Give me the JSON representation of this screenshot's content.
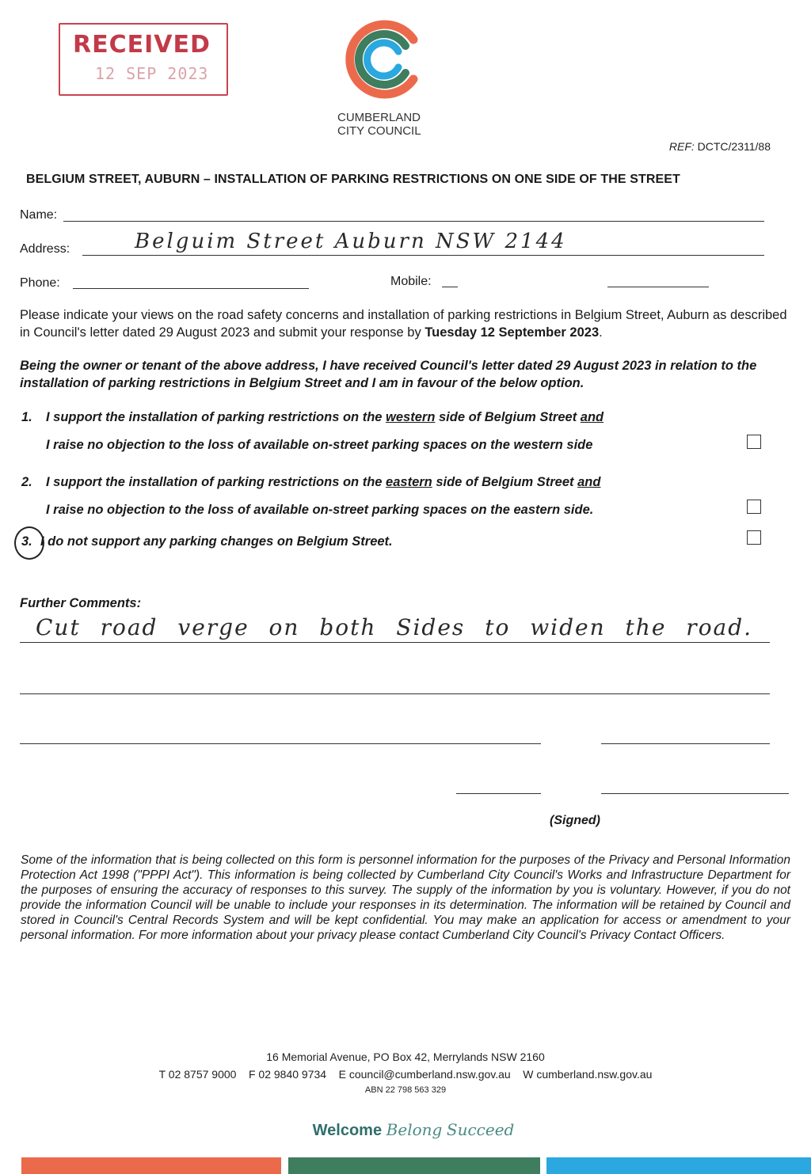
{
  "stamp": {
    "title": "RECEIVED",
    "date": "12 SEP 2023"
  },
  "header": {
    "council_line1": "CUMBERLAND",
    "council_line2": "CITY COUNCIL",
    "ref_label": "REF:",
    "ref_value": "DCTC/2311/88",
    "title": "BELGIUM STREET, AUBURN – INSTALLATION OF PARKING RESTRICTIONS ON ONE SIDE OF THE STREET"
  },
  "colors": {
    "logo_orange": "#ec6a4c",
    "logo_green": "#3f7d5f",
    "logo_blue": "#2aa8df",
    "stamp_red": "#c23a48"
  },
  "form": {
    "name_label": "Name:",
    "address_label": "Address:",
    "address_value": "Belguim Street Auburn NSW 2144",
    "phone_label": "Phone:",
    "mobile_label": "Mobile:"
  },
  "intro": {
    "text": "Please indicate your views on the road safety concerns and installation of parking restrictions in Belgium Street, Auburn as described in Council's letter dated 29 August 2023 and submit your response by ",
    "deadline": "Tuesday 12 September 2023",
    "end": "."
  },
  "declaration": "Being the owner or tenant of the above address, I have received Council's letter dated 29 August 2023 in relation to the installation of parking restrictions in Belgium Street and I am in favour of the below option.",
  "options": [
    {
      "number": "1.",
      "line1_pre": "I support the installation of parking restrictions on the ",
      "side": "western",
      "line1_post": " side of Belgium Street ",
      "and": "and",
      "line2": "I raise no objection to the loss of available on-street parking spaces on the western side"
    },
    {
      "number": "2.",
      "line1_pre": "I support the installation of parking restrictions on the ",
      "side": "eastern",
      "line1_post": " side of Belgium Street ",
      "and": "and",
      "line2": "I raise no objection to the loss of available on-street parking spaces on the eastern side."
    },
    {
      "number": "3.",
      "text": "I do not support any parking changes on Belgium Street.",
      "circled": true
    }
  ],
  "comments": {
    "label": "Further Comments:",
    "value": "Cut road verge on both Sides to widen the road."
  },
  "signed_label": "(Signed)",
  "privacy": "Some of the information that is being collected on this form is personnel information for the purposes of the Privacy and Personal Information Protection Act 1998 (\"PPPI Act\"). This information is being collected by Cumberland City Council's Works and Infrastructure Department for the purposes of ensuring the accuracy of responses to this survey. The supply of the information by you is voluntary. However, if you do not provide the information Council will be unable to include your responses in its determination. The information will be retained by Council and stored in Council's Central Records System and will be kept confidential. You may make an application for access or amendment to your personal information. For more information about your privacy please contact Cumberland City Council's Privacy Contact Officers.",
  "footer": {
    "address": "16 Memorial Avenue, PO Box 42, Merrylands NSW 2160",
    "contacts": "T 02 8757 9000    F 02 9840 9734    E council@cumberland.nsw.gov.au    W cumberland.nsw.gov.au",
    "abn": "ABN 22 798 563 329",
    "slogan_welcome": "Welcome",
    "slogan_belong": "Belong",
    "slogan_succeed": "Succeed"
  }
}
